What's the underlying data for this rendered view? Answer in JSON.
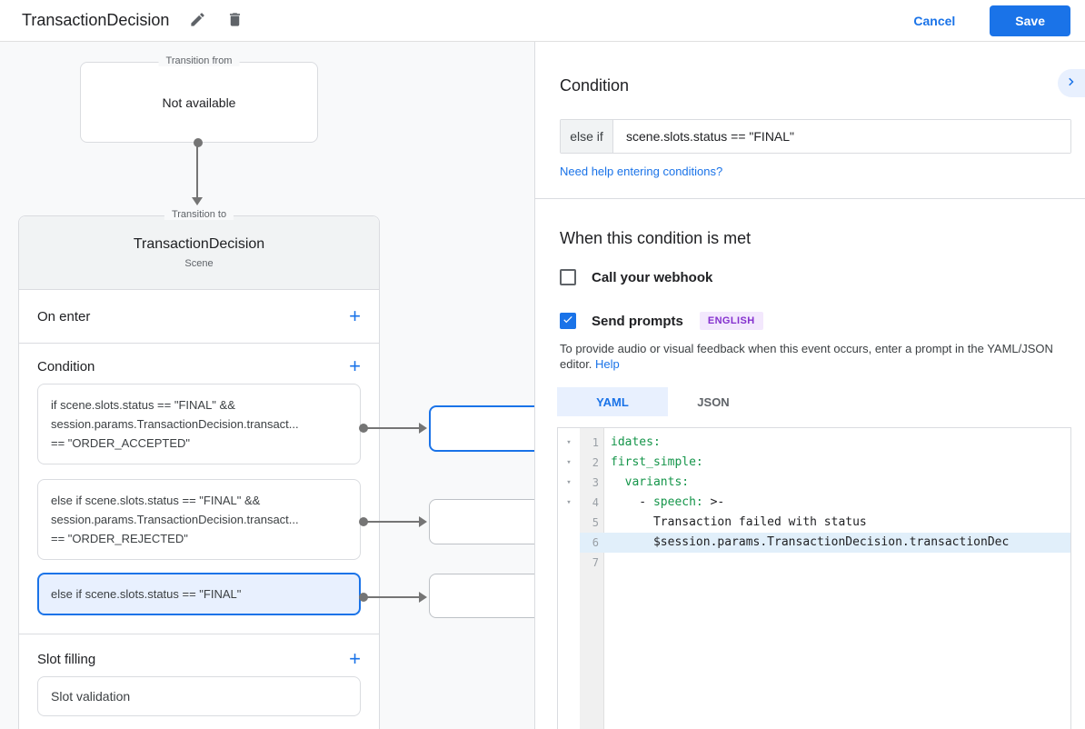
{
  "topbar": {
    "title": "TransactionDecision",
    "cancel_label": "Cancel",
    "save_label": "Save"
  },
  "diagram": {
    "transition_from": {
      "legend": "Transition from",
      "content": "Not available"
    },
    "transition_to": {
      "legend": "Transition to",
      "scene_name": "TransactionDecision",
      "scene_type": "Scene",
      "on_enter_label": "On enter",
      "condition_label": "Condition",
      "conditions": [
        {
          "selected": false,
          "lines": [
            "if scene.slots.status == \"FINAL\" &&",
            "session.params.TransactionDecision.transact...",
            "== \"ORDER_ACCEPTED\""
          ]
        },
        {
          "selected": false,
          "lines": [
            "else if scene.slots.status == \"FINAL\" &&",
            "session.params.TransactionDecision.transact...",
            "== \"ORDER_REJECTED\""
          ]
        },
        {
          "selected": true,
          "lines": [
            "else if scene.slots.status == \"FINAL\""
          ]
        }
      ],
      "slot_filling_label": "Slot filling",
      "slot_card_label": "Slot validation"
    }
  },
  "panel": {
    "heading": "Condition",
    "operator": "else if",
    "condition_value": "scene.slots.status == \"FINAL\"",
    "help_link": "Need help entering conditions?",
    "section_heading": "When this condition is met",
    "webhook_label": "Call your webhook",
    "webhook_checked": false,
    "prompts_label": "Send prompts",
    "prompts_checked": true,
    "language_badge": "ENGLISH",
    "description": "To provide audio or visual feedback when this event occurs, enter a prompt in the YAML/JSON editor.",
    "description_link": "Help",
    "tabs": [
      {
        "label": "YAML",
        "active": true
      },
      {
        "label": "JSON",
        "active": false
      }
    ],
    "editor": {
      "lines": [
        {
          "n": 1,
          "fold": true,
          "highlight": false,
          "segments": [
            {
              "text": "idates:",
              "type": "key"
            }
          ]
        },
        {
          "n": 2,
          "fold": true,
          "highlight": false,
          "segments": [
            {
              "text": "first_simple:",
              "type": "key"
            }
          ]
        },
        {
          "n": 3,
          "fold": true,
          "highlight": false,
          "segments": [
            {
              "text": "  ",
              "type": "plain"
            },
            {
              "text": "variants:",
              "type": "key"
            }
          ]
        },
        {
          "n": 4,
          "fold": true,
          "highlight": false,
          "segments": [
            {
              "text": "    - ",
              "type": "plain"
            },
            {
              "text": "speech:",
              "type": "key"
            },
            {
              "text": " >-",
              "type": "plain"
            }
          ]
        },
        {
          "n": 5,
          "fold": false,
          "highlight": false,
          "segments": [
            {
              "text": "      Transaction failed with status",
              "type": "plain"
            }
          ]
        },
        {
          "n": 6,
          "fold": false,
          "highlight": true,
          "segments": [
            {
              "text": "      $session.params.TransactionDecision.transactionDec",
              "type": "plain"
            }
          ]
        },
        {
          "n": 7,
          "fold": false,
          "highlight": false,
          "segments": []
        }
      ]
    }
  },
  "colors": {
    "accent": "#1a73e8",
    "selection_bg": "#e8f0fe",
    "code_key_green": "#15954a",
    "badge_bg": "#f3e8fd",
    "badge_text": "#8430ce"
  },
  "icons": {
    "edit": "pencil-icon",
    "delete": "trash-icon",
    "collapse": "chevron-right-icon",
    "add": "plus-icon",
    "fold": "chevron-down-icon"
  }
}
